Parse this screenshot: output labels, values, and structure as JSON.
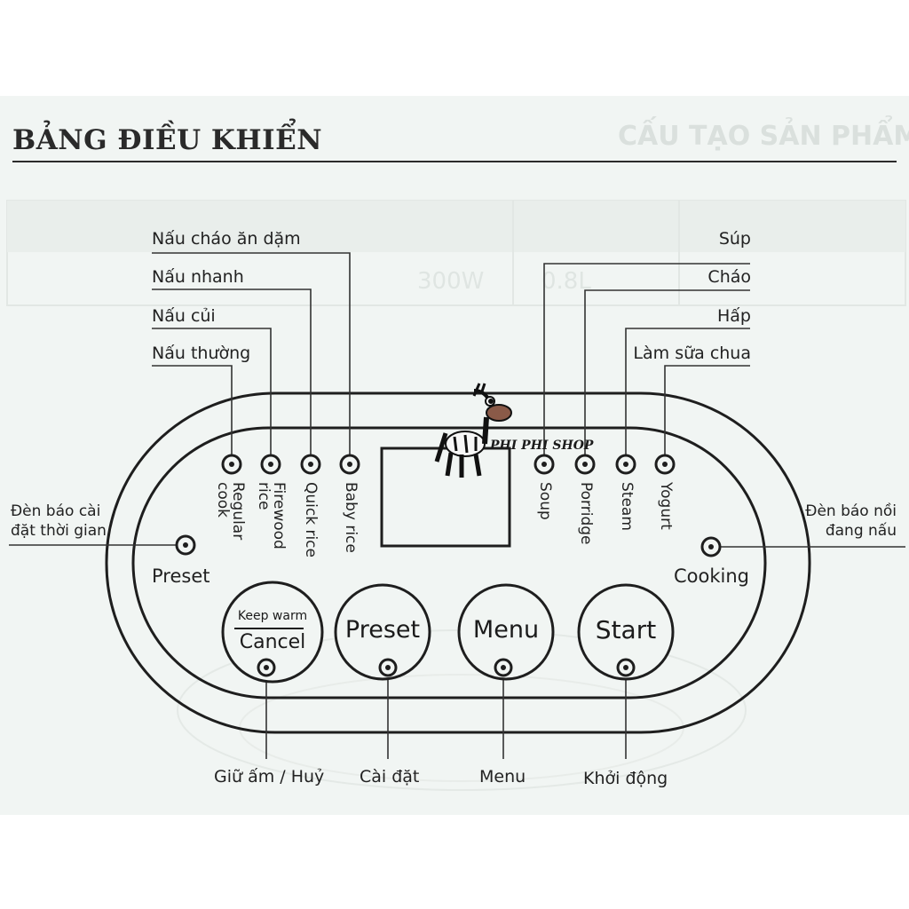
{
  "title": "BẢNG ĐIỀU KHIỂN",
  "background_title": "CẤU TẠO SẢN PHẨM",
  "background_cells": [
    "300W",
    "0.8L"
  ],
  "watermark": "PHI PHI SHOP",
  "top_left_labels": [
    "Nấu cháo ăn dặm",
    "Nấu nhanh",
    "Nấu củi",
    "Nấu thường"
  ],
  "top_right_labels": [
    "Súp",
    "Cháo",
    "Hấp",
    "Làm sữa chua"
  ],
  "mode_left": [
    {
      "line1": "Regular",
      "line2": "cook"
    },
    {
      "line1": "Firewood",
      "line2": "rice"
    },
    {
      "line1": "Quick rice",
      "line2": ""
    },
    {
      "line1": "Baby rice",
      "line2": ""
    }
  ],
  "mode_right": [
    {
      "line1": "Soup",
      "line2": ""
    },
    {
      "line1": "Porridge",
      "line2": ""
    },
    {
      "line1": "Steam",
      "line2": ""
    },
    {
      "line1": "Yogurt",
      "line2": ""
    }
  ],
  "preset_indicator": "Preset",
  "cooking_indicator": "Cooking",
  "preset_callout": [
    "Đèn báo cài",
    "đặt thời gian"
  ],
  "cooking_callout": [
    "Đèn báo nồi",
    "đang nấu"
  ],
  "buttons": {
    "cancel_top": "Keep warm",
    "cancel_bottom": "Cancel",
    "preset": "Preset",
    "menu": "Menu",
    "start": "Start"
  },
  "bottom_labels": [
    "Giữ ấm / Huỷ",
    "Cài đặt",
    "Menu",
    "Khởi động"
  ]
}
